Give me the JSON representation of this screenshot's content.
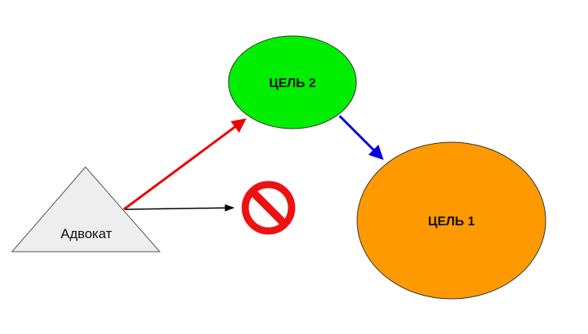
{
  "nodes": {
    "lawyer": {
      "label": "Адвокат",
      "fill": "#eeeeee"
    },
    "goal2": {
      "label": "ЦЕЛЬ 2",
      "fill": "#00ee00"
    },
    "goal1": {
      "label": "ЦЕЛЬ 1",
      "fill": "#ff9900"
    },
    "prohibited": {
      "icon": "no-entry-icon",
      "color": "#ee1111"
    }
  },
  "edges": [
    {
      "from": "lawyer",
      "to": "goal2",
      "color": "#ee0000"
    },
    {
      "from": "lawyer",
      "to": "prohibited",
      "color": "#000000"
    },
    {
      "from": "goal2",
      "to": "goal1",
      "color": "#0000dd"
    }
  ]
}
